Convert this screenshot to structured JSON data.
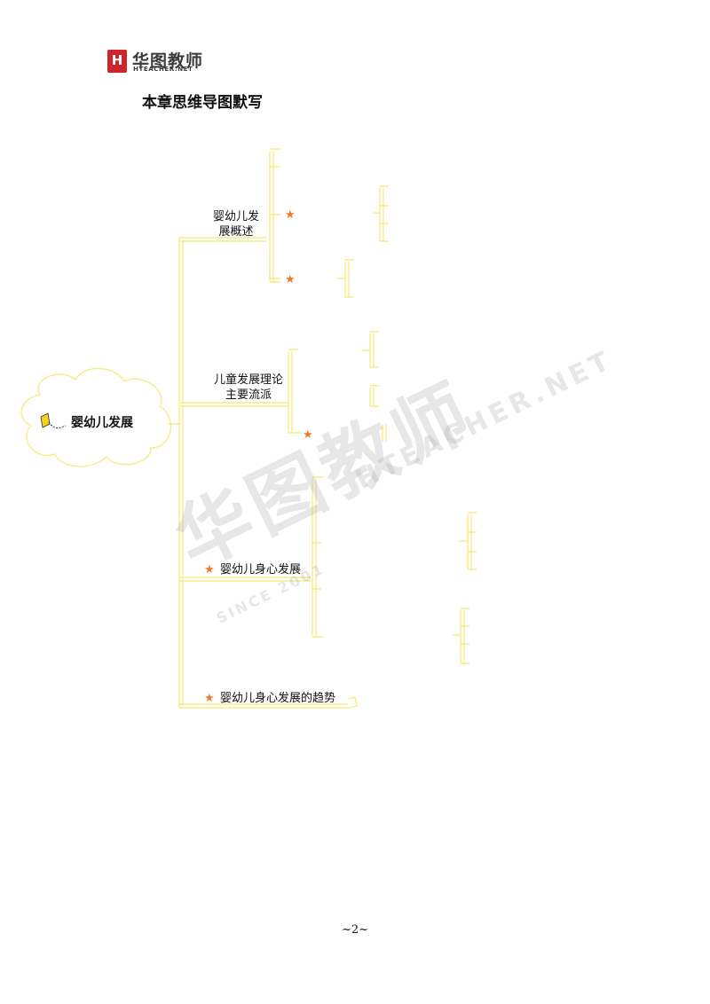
{
  "brand": {
    "mark": "H",
    "name": "华图教师",
    "sub": "HTEACHER.NET"
  },
  "title": "本章思维导图默写",
  "mindmap": {
    "root": "婴幼儿发展",
    "branches": [
      {
        "label_line1": "婴幼儿发",
        "label_line2": "展概述"
      },
      {
        "label_line1": "儿童发展理论",
        "label_line2": "主要流派"
      },
      {
        "label": "婴幼儿身心发展"
      },
      {
        "label": "婴幼儿身心发展的趋势"
      }
    ]
  },
  "watermark": {
    "main": "华图教师",
    "sub": "HTEACHER.NET",
    "since": "SINCE 2001"
  },
  "page_number": "~2~",
  "colors": {
    "line": "#f6ec8a",
    "star": "#f07a2a",
    "brand": "#d0242b"
  }
}
